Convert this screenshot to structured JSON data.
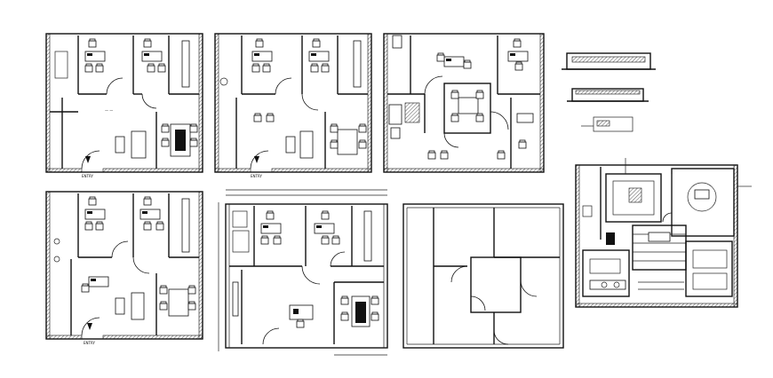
{
  "sheet": {
    "plans": [
      {
        "id": "plan-a",
        "entry_label": "ENTRY"
      },
      {
        "id": "plan-b",
        "entry_label": "ENTRY"
      },
      {
        "id": "plan-c",
        "entry_label": ""
      },
      {
        "id": "plan-d",
        "entry_label": "ENTRY"
      },
      {
        "id": "plan-e",
        "entry_label": ""
      },
      {
        "id": "plan-f",
        "entry_label": ""
      },
      {
        "id": "plan-g",
        "entry_label": ""
      }
    ]
  },
  "colors": {
    "line": "#111111",
    "background": "#ffffff"
  }
}
